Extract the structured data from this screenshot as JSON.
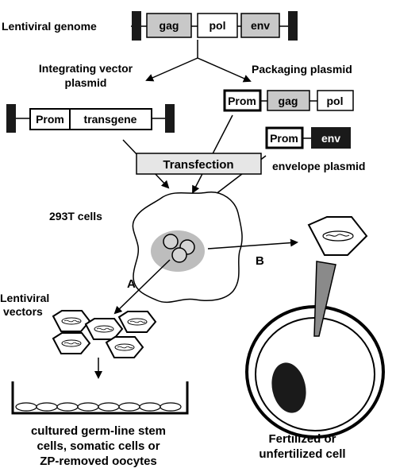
{
  "genome": {
    "label": "Lentiviral genome",
    "gag": "gag",
    "pol": "pol",
    "env": "env"
  },
  "vector_plasmid": {
    "label_line1": "Integrating vector",
    "label_line2": "plasmid",
    "prom": "Prom",
    "transgene": "transgene"
  },
  "packaging_plasmid": {
    "label": "Packaging plasmid",
    "prom": "Prom",
    "gag": "gag",
    "pol": "pol"
  },
  "envelope_plasmid": {
    "label": "envelope plasmid",
    "prom": "Prom",
    "env": "env"
  },
  "transfection": "Transfection",
  "cells_293t": "293T cells",
  "path_a": "A",
  "path_b": "B",
  "lentiviral_vectors": {
    "line1": "Lentiviral",
    "line2": "vectors"
  },
  "cultured": {
    "line1": "cultured germ-line stem",
    "line2": "cells, somatic cells or",
    "line3": "ZP-removed oocytes"
  },
  "fertilized": {
    "line1": "Fertilized or",
    "line2": "unfertilized cell"
  },
  "colors": {
    "black": "#1a1a1a",
    "gray_box": "#c8c8c8",
    "light_box": "#e6e6e6",
    "nucleus": "#bdbdbd"
  }
}
